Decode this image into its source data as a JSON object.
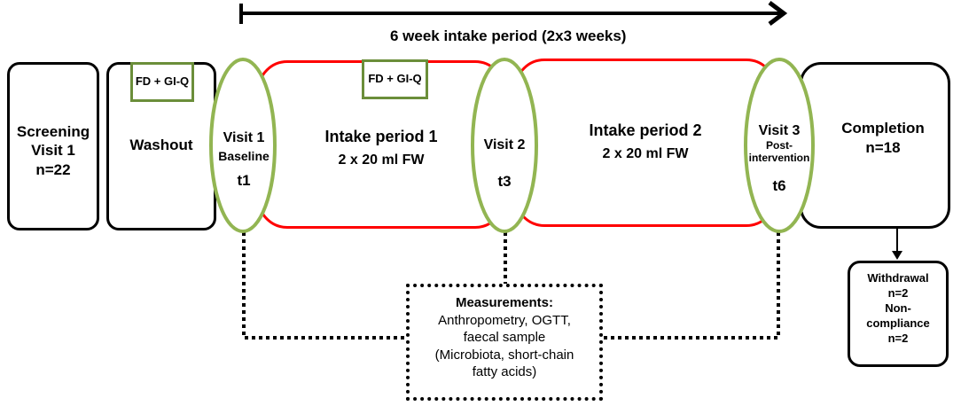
{
  "timeline": {
    "label": "6 week intake period (2x3 weeks)"
  },
  "screening": {
    "line1": "Screening",
    "line2": "Visit 1",
    "line3": "n=22"
  },
  "washout": {
    "tag": "FD + GI-Q",
    "label": "Washout"
  },
  "visit1": {
    "title": "Visit 1",
    "sub": "Baseline",
    "time": "t1"
  },
  "intake1": {
    "tag": "FD + GI-Q",
    "title": "Intake period 1",
    "dose": "2 x 20 ml FW"
  },
  "visit2": {
    "title": "Visit 2",
    "time": "t3"
  },
  "intake2": {
    "title": "Intake period 2",
    "dose": "2 x 20 ml FW"
  },
  "visit3": {
    "title": "Visit 3",
    "sub1": "Post-",
    "sub2": "intervention",
    "time": "t6"
  },
  "completion": {
    "title": "Completion",
    "count": "n=18"
  },
  "withdrawal": {
    "line1": "Withdrawal",
    "line2": "n=2",
    "line3": "Non-",
    "line4": "compliance",
    "line5": "n=2"
  },
  "measurements": {
    "title": "Measurements:",
    "line1": "Anthropometry, OGTT,",
    "line2": "faecal sample",
    "line3": "(Microbiota, short-chain",
    "line4": "fatty acids)"
  },
  "colors": {
    "visit_outline": "#92b552",
    "intake_outline": "#ff0000",
    "tag_outline": "#6b8e3a",
    "black": "#000000"
  }
}
